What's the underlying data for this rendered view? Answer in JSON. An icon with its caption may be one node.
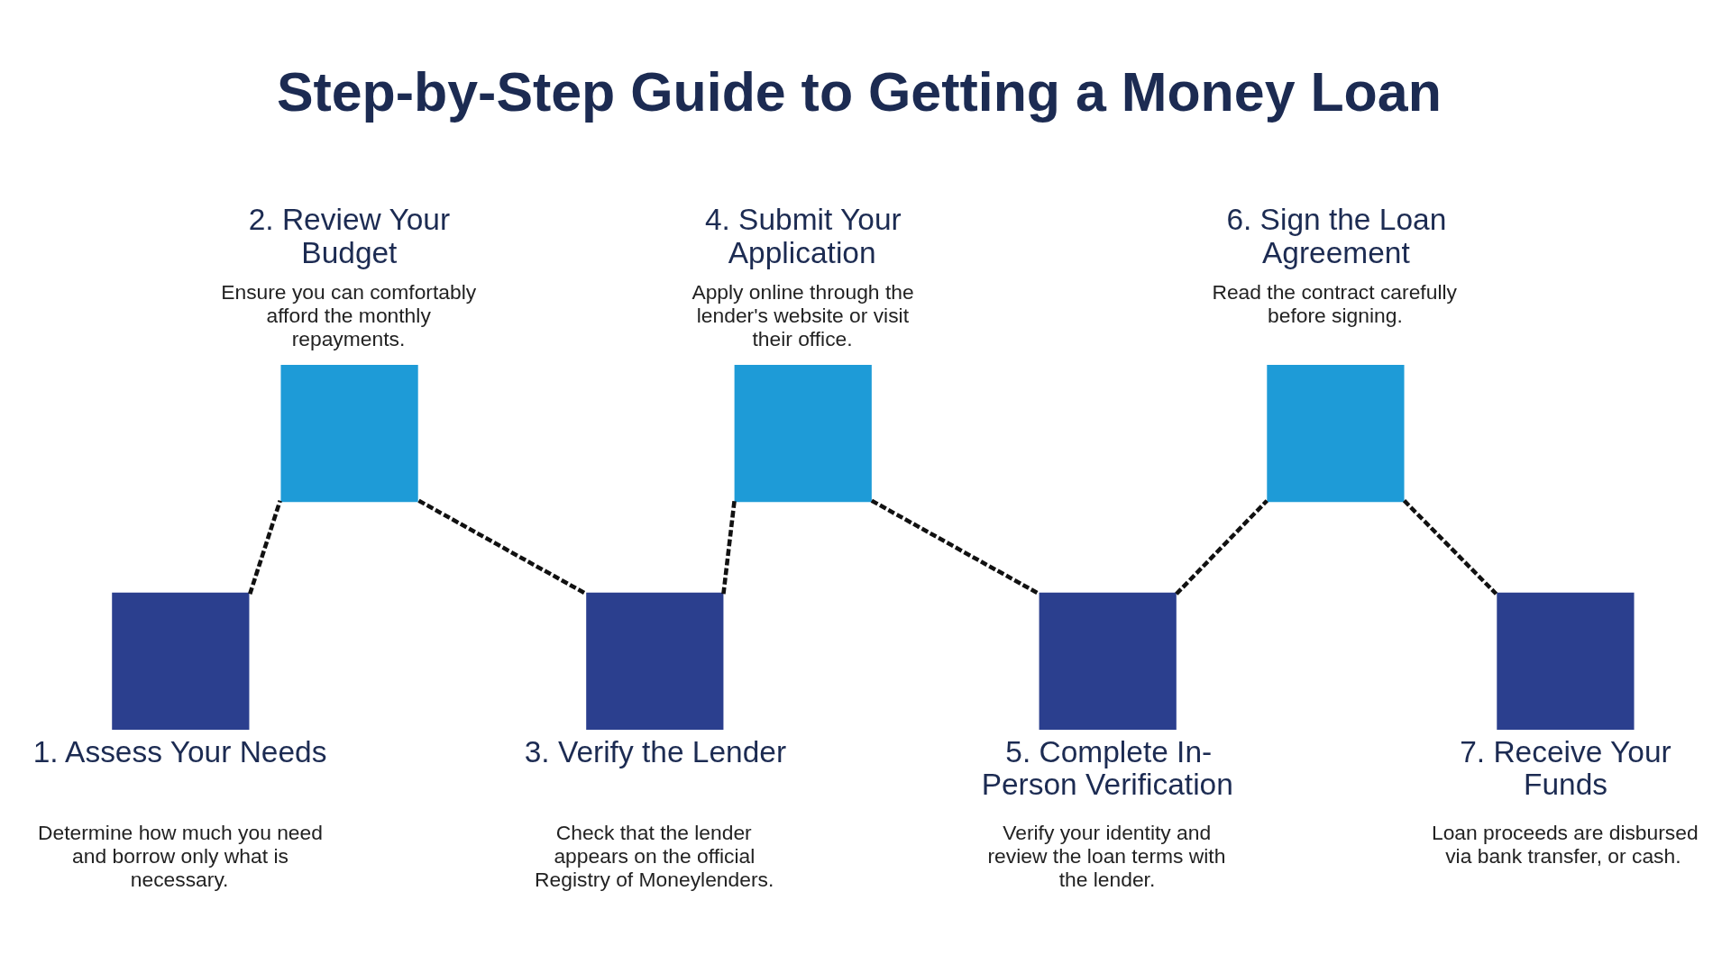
{
  "diagram": {
    "title": "Step-by-Step Guide to Getting a Money Loan",
    "nodes": [
      {
        "text": [
          "1. Assess Your Needs",
          "Determine how much you need and borrow only what is necessary."
        ]
      },
      {
        "text": [
          "2. Review Your Budget",
          "Ensure you can comfortably afford the monthly repayments."
        ]
      },
      {
        "text": [
          "3. Verify the Lender",
          "Check that the lender appears on the official Registry of Moneylenders."
        ]
      },
      {
        "text": [
          "4. Submit Your Application",
          "Apply online through the lender's website or visit their office."
        ]
      },
      {
        "text": [
          "5. Complete In-Person Verification",
          "Verify your identity and review the loan terms with the lender."
        ]
      },
      {
        "text": [
          "6. Sign the Loan Agreement",
          "Read the contract carefully before signing."
        ]
      },
      {
        "text": [
          "7. Receive Your Funds",
          "Loan proceeds are disbursed via bank transfer, or cash."
        ]
      }
    ],
    "edges": [
      {
        "from": 0,
        "to": 1,
        "arrow": "none",
        "style": "dashed"
      },
      {
        "from": 1,
        "to": 2,
        "arrow": "none",
        "style": "dashed"
      },
      {
        "from": 2,
        "to": 3,
        "arrow": "none",
        "style": "dashed"
      },
      {
        "from": 3,
        "to": 4,
        "arrow": "none",
        "style": "dashed"
      },
      {
        "from": 4,
        "to": 5,
        "arrow": "none",
        "style": "dashed"
      },
      {
        "from": 5,
        "to": 6,
        "arrow": "none",
        "style": "dashed"
      }
    ]
  }
}
